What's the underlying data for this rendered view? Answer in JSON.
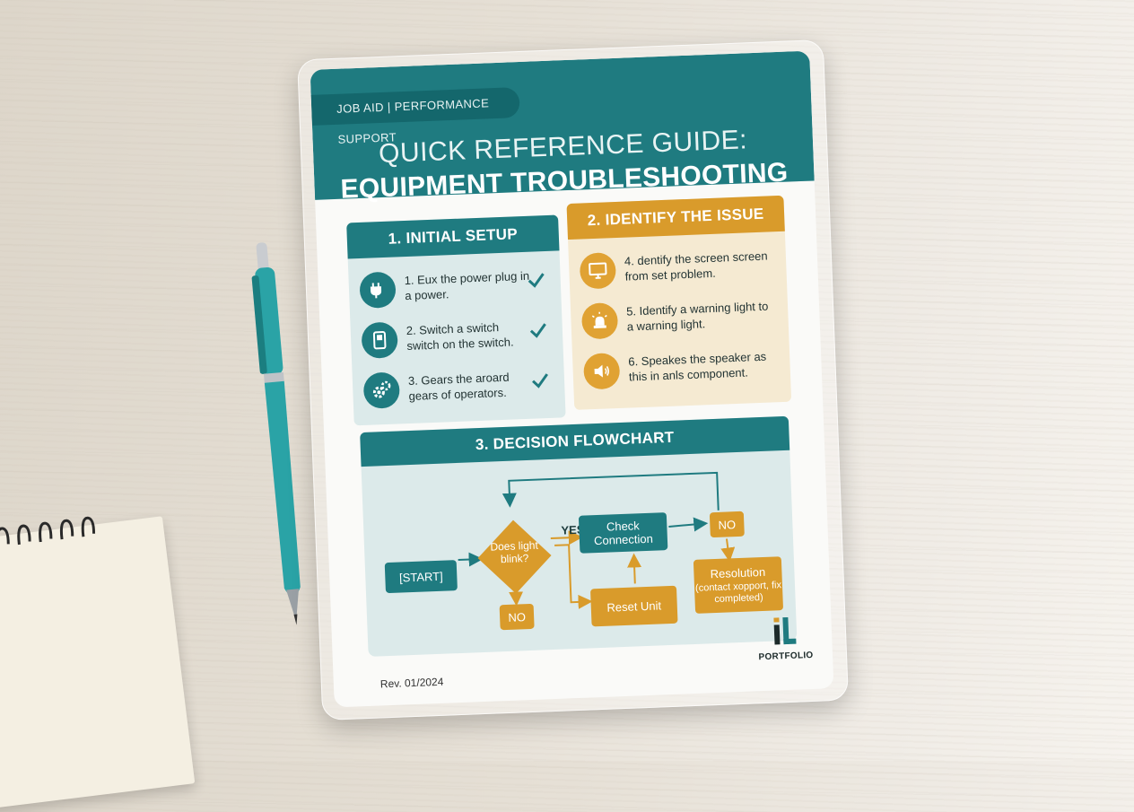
{
  "card": {
    "tag": "JOB AID | PERFORMANCE SUPPORT",
    "title_line1": "QUICK REFERENCE GUIDE:",
    "title_line2": "EQUIPMENT TROUBLESHOOTING",
    "revision": "Rev. 01/2024",
    "logo_label": "PORTFOLIO"
  },
  "setup": {
    "heading": "1. INITIAL SETUP",
    "items": [
      {
        "text": "1. Eux the power plug in a power.",
        "icon": "plug-icon"
      },
      {
        "text": "2. Switch a switch switch on the switch.",
        "icon": "switch-icon"
      },
      {
        "text": "3. Gears the aroard gears of operators.",
        "icon": "gears-icon"
      }
    ]
  },
  "identify": {
    "heading": "2. IDENTIFY THE ISSUE",
    "items": [
      {
        "text": "4. dentify the screen screen from set problem.",
        "icon": "monitor-icon"
      },
      {
        "text": "5. Identify  a warning light to a warning light.",
        "icon": "warning-light-icon"
      },
      {
        "text": "6. Speakes the speaker as this in anls component.",
        "icon": "speaker-icon"
      }
    ]
  },
  "flowchart": {
    "heading": "3. DECISION FLOWCHART",
    "start": "[START]",
    "decision": "Does light blink?",
    "yes": "YES",
    "no_bottom": "NO",
    "check": "Check Connection",
    "no_top": "NO",
    "reset": "Reset Unit",
    "resolution_title": "Resolution",
    "resolution_detail": "(contact xopport, fix completed)"
  },
  "colors": {
    "teal": "#1f7b80",
    "gold": "#d99b2b"
  }
}
